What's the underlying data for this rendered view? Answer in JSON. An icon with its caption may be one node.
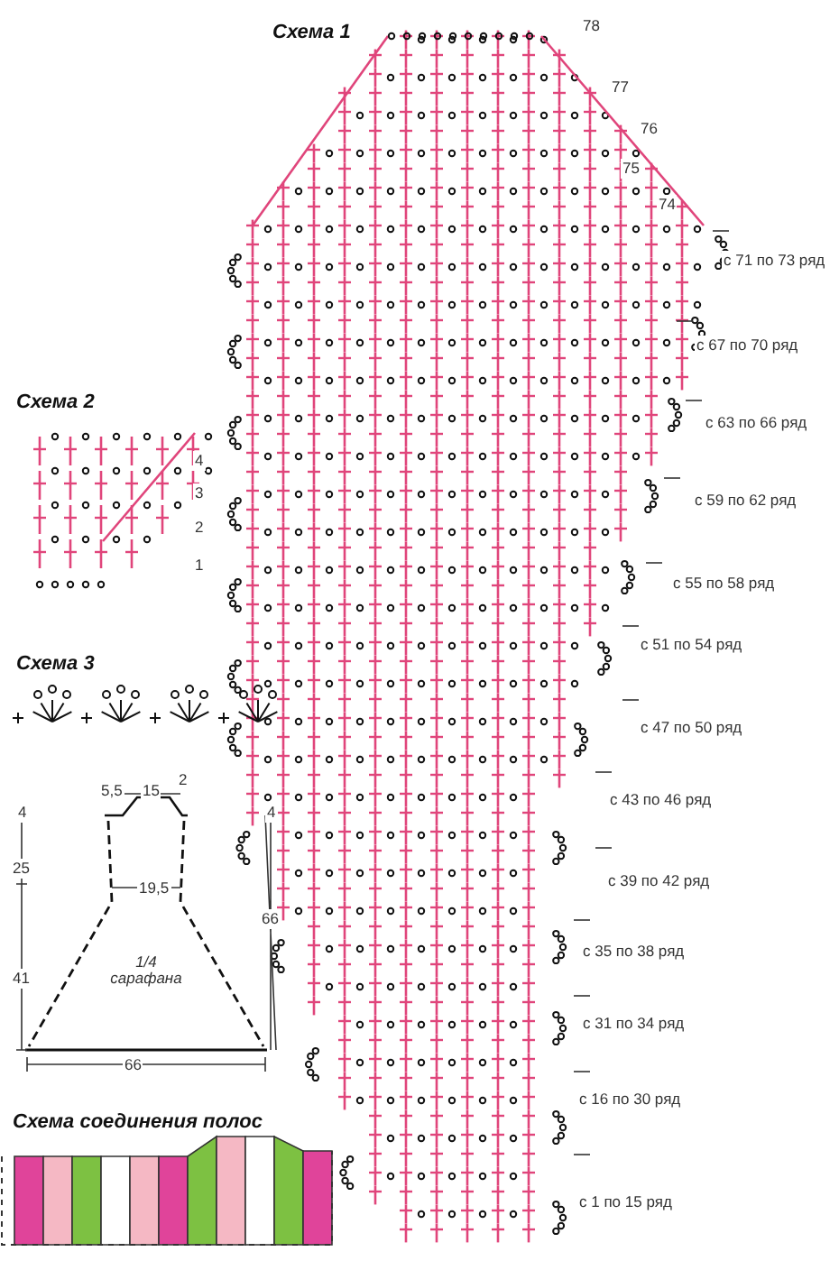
{
  "diagram": {
    "labels": [
      "Схема 1",
      "78",
      "77",
      "76",
      "75",
      "74",
      "с 71 по 73 ряд",
      "с 67 по 70 ряд",
      "с 63 по 66 ряд",
      "с 59 по 62 ряд",
      "с 55 по 58 ряд",
      "с 51 по 54 ряд",
      "с 47 по 50 ряд",
      "с 43 по 46 ряд",
      "с 39 по 42 ряд",
      "с 35 по 38 ряд",
      "с 31 по 34 ряд",
      "с 16 по 30 ряд",
      "с 1 по 15 ряд",
      "Схема 2",
      "4",
      "3",
      "2",
      "1",
      "Схема 3",
      "5,5",
      "15",
      "2",
      "4",
      "4",
      "25",
      "19,5",
      "66",
      "41",
      "1/4 сарафана",
      "66",
      "Схема соединения полос"
    ]
  }
}
